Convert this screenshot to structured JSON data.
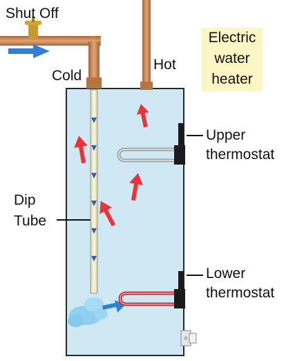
{
  "title": {
    "line1": "Electric",
    "line2": "water",
    "line3": "heater"
  },
  "labels": {
    "shut_off": "Shut Off",
    "cold": "Cold",
    "hot": "Hot",
    "upper_thermostat_line1": "Upper",
    "upper_thermostat_line2": "thermostat",
    "lower_thermostat_line1": "Lower",
    "lower_thermostat_line2": "thermostat",
    "dip_tube_line1": "Dip",
    "dip_tube_line2": "Tube"
  },
  "colors": {
    "tank_fill": "#cfe8f3",
    "tank_outline": "#1f2a33",
    "pipe_copper": "#c8824c",
    "title_background": "#fbf6c4",
    "hot_arrow": "#e8343a",
    "cold_arrow": "#2f7ed8",
    "element_upper": "#9aa3a8",
    "element_lower": "#c2303a"
  },
  "icons": {
    "valve": "shutoff-valve-icon",
    "drain": "drain-valve-icon"
  }
}
